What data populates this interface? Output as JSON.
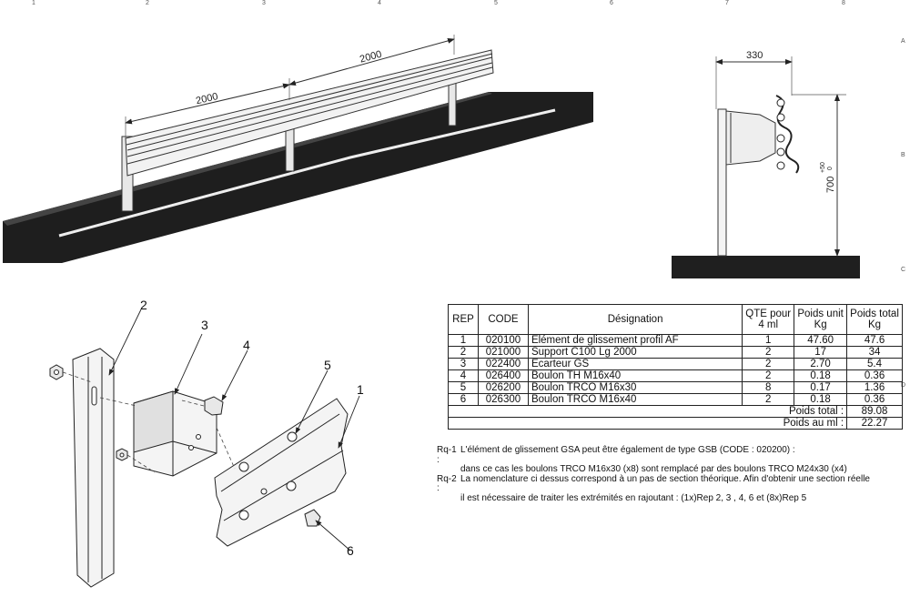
{
  "grid": {
    "columns": [
      "1",
      "2",
      "3",
      "4",
      "5",
      "6",
      "7",
      "8"
    ],
    "rows": [
      "A",
      "B",
      "C",
      "D"
    ]
  },
  "overview": {
    "dim_left": "2000",
    "dim_right": "2000"
  },
  "section": {
    "width_dim": "330",
    "height_dim": "700",
    "tolerance": "+50",
    "tolerance_zero": "0"
  },
  "callouts": [
    "1",
    "2",
    "3",
    "4",
    "5",
    "6"
  ],
  "table": {
    "headers": {
      "rep": "REP",
      "code": "CODE",
      "designation": "Désignation",
      "qty_line1": "QTE pour",
      "qty_line2": "4 ml",
      "unit_line1": "Poids unit",
      "unit_line2": "Kg",
      "total_line1": "Poids total",
      "total_line2": "Kg"
    },
    "rows": [
      {
        "rep": "1",
        "code": "020100",
        "designation": "Elément de glissement profil AF",
        "qty": "1",
        "unit": "47.60",
        "total": "47.6"
      },
      {
        "rep": "2",
        "code": "021000",
        "designation": "Support C100 Lg 2000",
        "qty": "2",
        "unit": "17",
        "total": "34"
      },
      {
        "rep": "3",
        "code": "022400",
        "designation": "Ecarteur GS",
        "qty": "2",
        "unit": "2.70",
        "total": "5.4"
      },
      {
        "rep": "4",
        "code": "026400",
        "designation": "Boulon TH M16x40",
        "qty": "2",
        "unit": "0.18",
        "total": "0.36"
      },
      {
        "rep": "5",
        "code": "026200",
        "designation": "Boulon TRCO M16x30",
        "qty": "8",
        "unit": "0.17",
        "total": "1.36"
      },
      {
        "rep": "6",
        "code": "026300",
        "designation": "Boulon TRCO M16x40",
        "qty": "2",
        "unit": "0.18",
        "total": "0.36"
      }
    ],
    "total_label": "Poids total :",
    "total_value": "89.08",
    "per_ml_label": "Poids au ml :",
    "per_ml_value": "22.27"
  },
  "notes": [
    {
      "tag": "Rq-1 :",
      "line1": "L'élément de glissement GSA peut être également de type GSB (CODE : 020200) :",
      "line2": "dans ce cas les  boulons TRCO M16x30 (x8) sont remplacé par des boulons TRCO M24x30 (x4)"
    },
    {
      "tag": "Rq-2 :",
      "line1": "La nomenclature ci dessus correspond à un pas de section théorique. Afin d'obtenir une section réelle",
      "line2": "il est nécessaire de traiter les extrémités en rajoutant : (1x)Rep 2, 3 , 4, 6 et (8x)Rep 5"
    }
  ]
}
